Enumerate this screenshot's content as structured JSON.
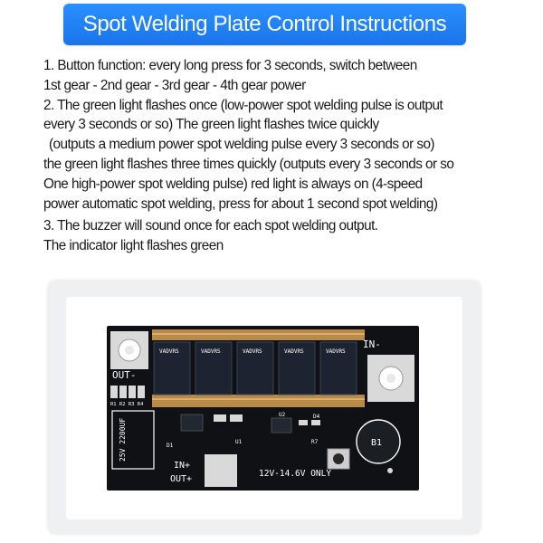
{
  "header": {
    "title": "Spot Welding Plate Control Instructions"
  },
  "instructions": {
    "lines": [
      "1. Button function: every long press for 3 seconds, switch between",
      "1st gear - 2nd gear - 3rd gear - 4th gear power",
      "2. The green light flashes once (low-power spot welding pulse is output",
      "every 3 seconds or so) The green light flashes twice quickly",
      "(outputs a medium power spot welding pulse every 3 seconds or so)",
      "the green light flashes three times quickly (outputs every 3 seconds or so",
      "One high-power spot welding pulse) red light is always on (4-speed",
      "power automatic spot welding, press for about 1 second spot welding)",
      "3. The buzzer will sound once for each spot welding output.",
      "The indicator light flashes green"
    ]
  },
  "board": {
    "label_in_minus": "IN-",
    "label_out_minus": "OUT-",
    "label_in_plus": "IN+",
    "label_out_plus": "OUT+",
    "label_voltage": "12V-14.6V ONLY",
    "label_cap": "25V 2200UF",
    "label_b1": "B1",
    "label_r_group": "R1 R2 R3 R4",
    "label_u1": "U1",
    "label_u2": "U2",
    "label_d1": "D1",
    "label_r7": "R7",
    "label_d4": "D4",
    "mosfet_marking": "VADVRS",
    "colors": {
      "pcb": "#0f1114",
      "copper": "#b88a4a",
      "pad": "#d9d9d9"
    }
  }
}
